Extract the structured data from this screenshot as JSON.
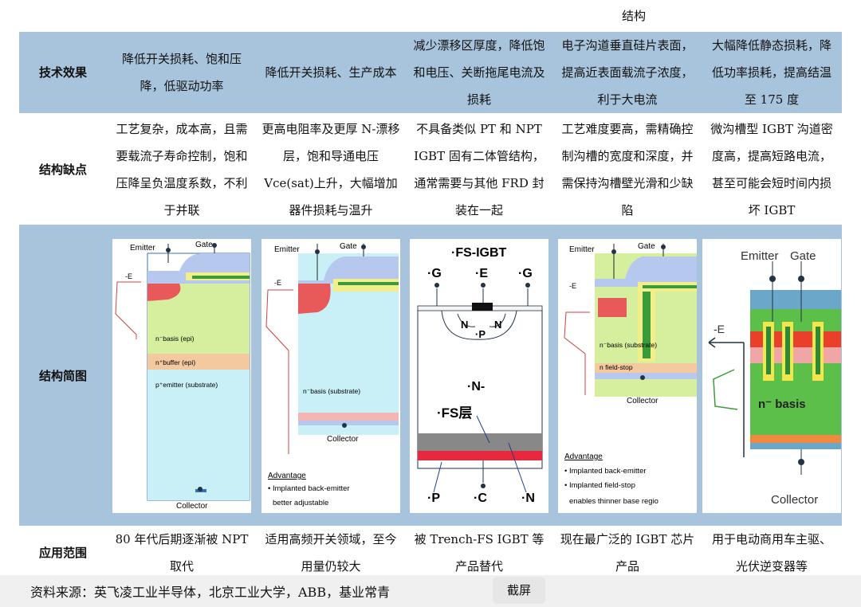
{
  "header_top": "结构",
  "rows": {
    "effect": {
      "label": "技术效果",
      "cells": [
        "降低开关损耗、饱和压降，低驱动功率",
        "降低开关损耗、生产成本",
        "减少漂移区厚度，降低饱和电压、关断拖尾电流及损耗",
        "电子沟道垂直硅片表面，提高近表面载流子浓度，利于大电流",
        "大幅降低静态损耗，降低功率损耗，提高结温至 175 度"
      ]
    },
    "defect": {
      "label": "结构缺点",
      "cells": [
        "工艺复杂，成本高，且需要载流子寿命控制，饱和压降呈负温度系数，不利于并联",
        "更高电阻率及更厚 N-漂移层，饱和导通电压 Vce(sat)上升，大幅增加器件损耗与温升",
        "不具备类似 PT 和 NPT IGBT 固有二体管结构，通常需要与其他 FRD 封装在一起",
        "工艺难度要高，需精确控制沟槽的宽度和深度，并需保持沟槽壁光滑和少缺陷",
        "微沟槽型 IGBT 沟道密度高，提高短路电流，甚至可能会短时间内损坏 IGBT"
      ]
    },
    "diagram": {
      "label": "结构简图",
      "d1": {
        "emitter": "Emitter",
        "gate": "Gate",
        "e": "-E",
        "basis": "n⁻basis (epi)",
        "buffer": "n⁺buffer (epi)",
        "pemitter": "p⁺emitter (substrate)",
        "collector": "Collector"
      },
      "d2": {
        "emitter": "Emitter",
        "gate": "Gate",
        "e": "-E",
        "basis": "n⁻basis (substrate)",
        "collector": "Collector",
        "adv": "Advantage",
        "adv1": "• Implanted back-emitter",
        "adv2": "better adjustable"
      },
      "d3": {
        "title": "·FS-IGBT",
        "g1": "·G",
        "e": "·E",
        "g2": "·G",
        "n1": "N",
        "p": "·P",
        "n2": "N",
        "nminus": "·N-",
        "fs": "·FS层",
        "pb": "·P",
        "c": "·C",
        "nb": "·N"
      },
      "d4": {
        "emitter": "Emitter",
        "gate": "Gate",
        "e": "-E",
        "basis": "n⁻basis (substrate)",
        "stop": "n field-stop",
        "collector": "Collector",
        "adv": "Advantage",
        "adv1": "• Implanted back-emitter",
        "adv2": "• Implanted field-stop",
        "adv3": "enables thinner base regio"
      },
      "d5": {
        "emitter": "Emitter",
        "gate": "Gate",
        "e": "-E",
        "basis": "n⁻ basis",
        "collector": "Collector"
      }
    },
    "app": {
      "label": "应用范围",
      "cells": [
        "80 年代后期逐渐被 NPT 取代",
        "适用高频开关领域，至今用量仍较大",
        "被 Trench-FS IGBT 等产品替代",
        "现在最广泛的 IGBT 芯片产品",
        "用于电动商用车主驱、光伏逆变器等"
      ]
    }
  },
  "footer": {
    "source": "资料来源：英飞凌工业半导体，北京工业大学，ABB，基业常青",
    "screenshot_button": "截屏"
  }
}
